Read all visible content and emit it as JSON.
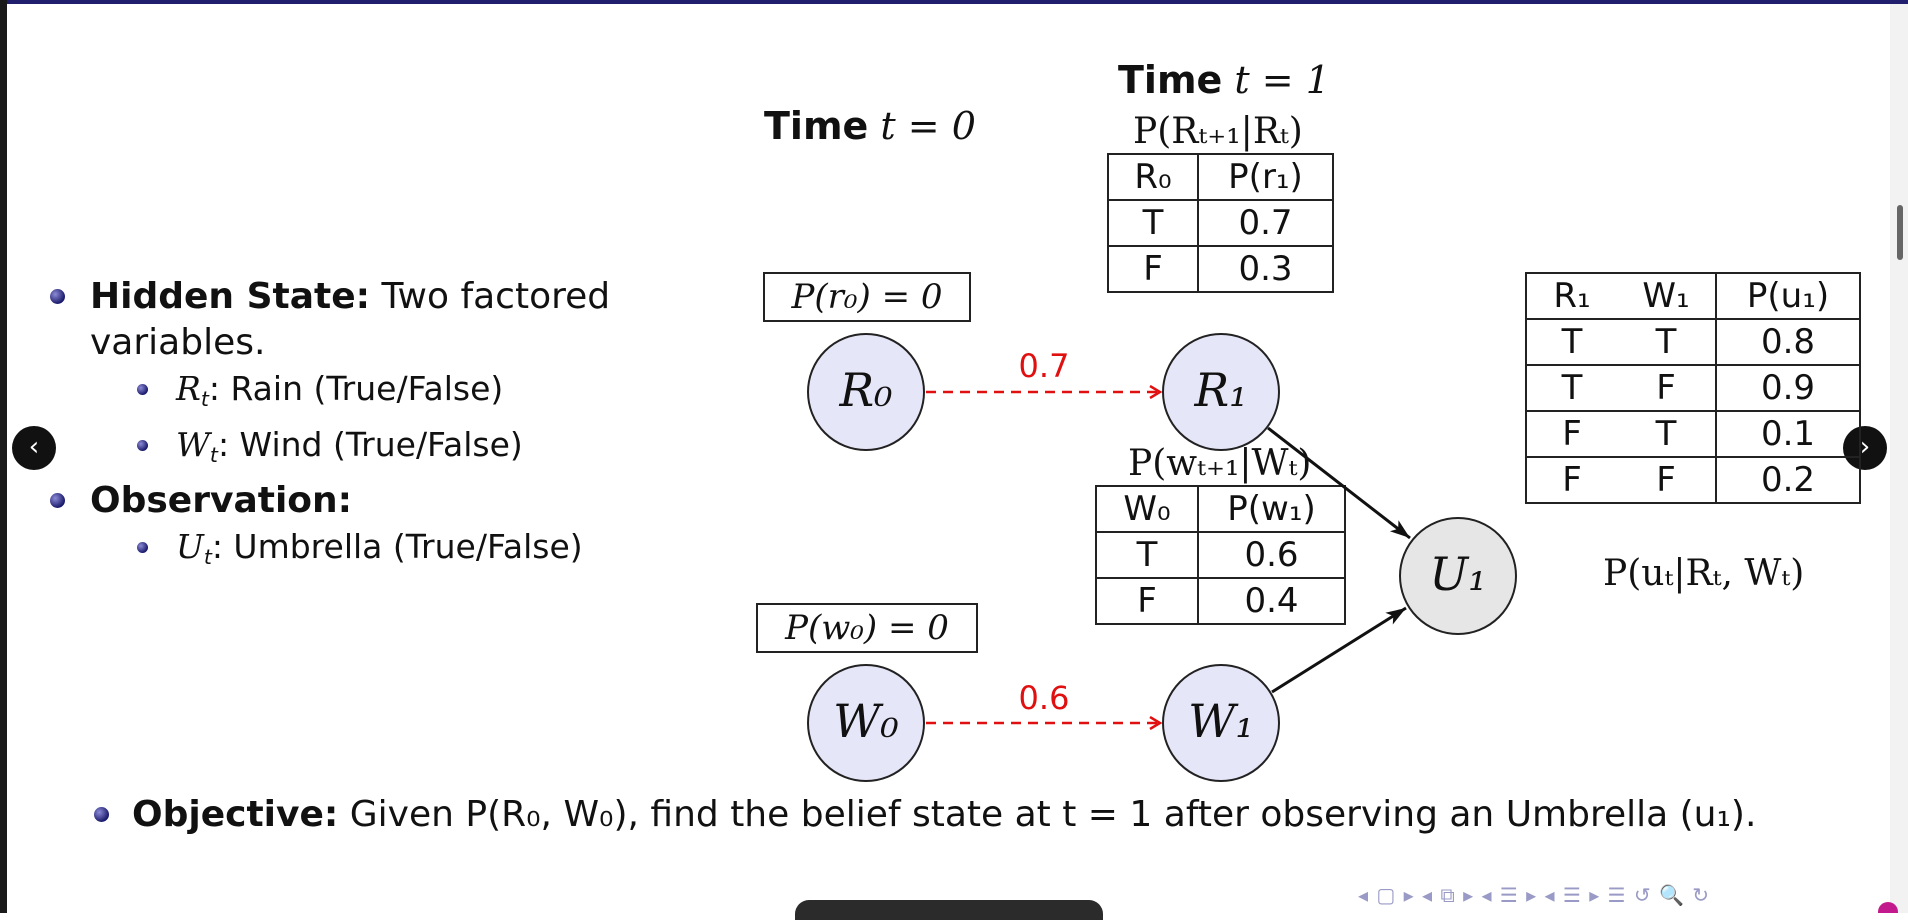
{
  "slide": {
    "bullets": {
      "hidden_state_label": "Hidden State:",
      "hidden_state_text": "Two factored variables.",
      "rain_var": "R",
      "rain_sub": "t",
      "rain_text": ": Rain (True/False)",
      "wind_var": "W",
      "wind_sub": "t",
      "wind_text": ": Wind (True/False)",
      "observation_label": "Observation:",
      "umbrella_var": "U",
      "umbrella_sub": "t",
      "umbrella_text": ": Umbrella (True/False)"
    },
    "objective": {
      "label": "Objective:",
      "text": "Given P(R₀, W₀), find the belief state at t = 1 after observing an Umbrella (u₁)."
    }
  },
  "diagram": {
    "time0_label": "Time",
    "time0_value": "t = 0",
    "time1_label": "Time",
    "time1_value": "t = 1",
    "prior_r0": "P(r₀) = 0",
    "prior_w0": "P(w₀) = 0",
    "rain_transition_title": "P(Rₜ₊₁|Rₜ)",
    "rain_transition_table": {
      "headers": [
        "R₀",
        "P(r₁)"
      ],
      "rows": [
        [
          "T",
          "0.7"
        ],
        [
          "F",
          "0.3"
        ]
      ]
    },
    "wind_transition_title": "P(wₜ₊₁|Wₜ)",
    "wind_transition_table": {
      "headers": [
        "W₀",
        "P(w₁)"
      ],
      "rows": [
        [
          "T",
          "0.6"
        ],
        [
          "F",
          "0.4"
        ]
      ]
    },
    "sensor_table": {
      "headers": [
        "R₁",
        "W₁",
        "P(u₁)"
      ],
      "rows": [
        [
          "T",
          "T",
          "0.8"
        ],
        [
          "T",
          "F",
          "0.9"
        ],
        [
          "F",
          "T",
          "0.1"
        ],
        [
          "F",
          "F",
          "0.2"
        ]
      ]
    },
    "sensor_title": "P(uₜ|Rₜ, Wₜ)",
    "nodes": {
      "r0": "R₀",
      "r1": "R₁",
      "w0": "W₀",
      "w1": "W₁",
      "u1": "U₁"
    },
    "edge_labels": {
      "rain": "0.7",
      "wind": "0.6"
    },
    "colors": {
      "hidden_node_fill": "#e6e6f9",
      "observed_node_fill": "#e6e6e6",
      "transition_edge": "#e01010",
      "bullet": "#1a1a6b"
    }
  },
  "navigation": {
    "prev_icon": "chevron-left-icon",
    "next_icon": "chevron-right-icon",
    "prev_glyph": "‹",
    "next_glyph": "›",
    "beamer_nav_glyphs": "◂ ▢ ▸ ◂ ⧉ ▸ ◂ ☰ ▸ ◂ ☰ ▸ ☰ ↺ 🔍 ↻"
  }
}
